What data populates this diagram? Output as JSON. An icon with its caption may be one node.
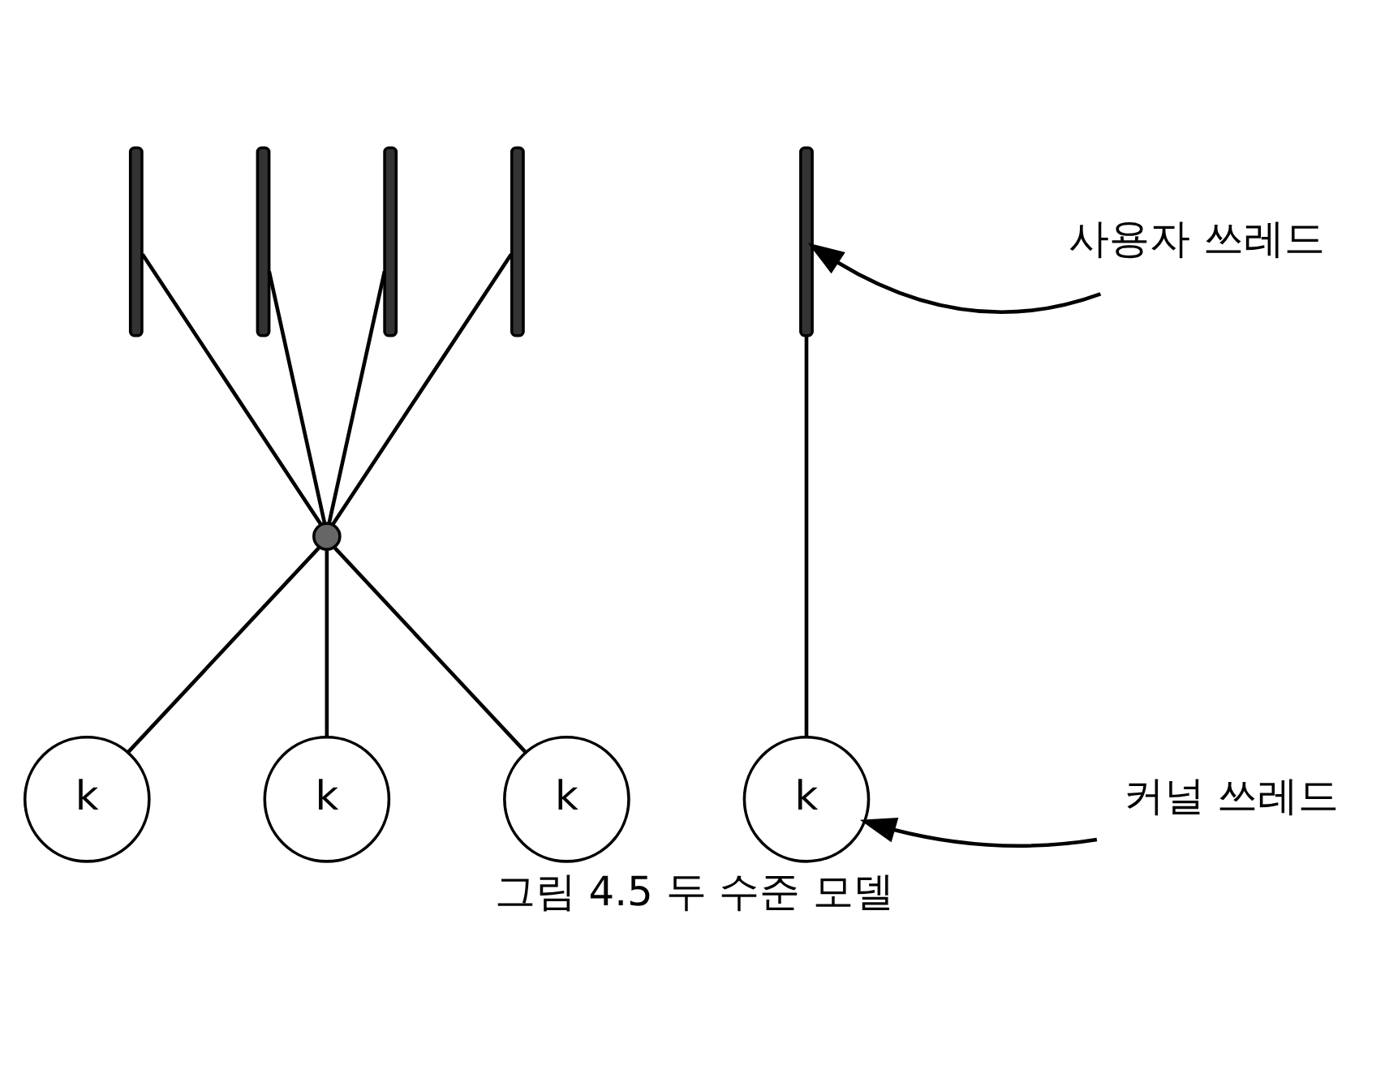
{
  "diagram": {
    "caption": "그림 4.5 두 수준 모델",
    "nodes": [
      {
        "text": [],
        "shape": "wave"
      },
      {
        "text": [],
        "shape": "wave"
      },
      {
        "text": [],
        "shape": "wave"
      },
      {
        "text": [],
        "shape": "wave"
      },
      {
        "text": [],
        "shape": "wave"
      },
      {
        "text": [
          "사용자 쓰레드"
        ]
      },
      {
        "text": [],
        "shape": "circle"
      },
      {
        "text": [
          "k"
        ]
      },
      {
        "text": [
          "k"
        ]
      },
      {
        "text": [
          "k"
        ]
      },
      {
        "text": [
          "k"
        ]
      },
      {
        "text": [
          "커널 쓰레드"
        ]
      }
    ],
    "edges": [
      {
        "from": 0,
        "to": 6,
        "arrow": "none"
      },
      {
        "from": 1,
        "to": 6,
        "arrow": "none"
      },
      {
        "from": 2,
        "to": 6,
        "arrow": "none"
      },
      {
        "from": 3,
        "to": 6,
        "arrow": "none"
      },
      {
        "from": 6,
        "to": 7,
        "arrow": "none"
      },
      {
        "from": 6,
        "to": 8,
        "arrow": "none"
      },
      {
        "from": 6,
        "to": 9,
        "arrow": "none"
      },
      {
        "from": 4,
        "to": 10,
        "arrow": "none"
      },
      {
        "from": 5,
        "to": 4,
        "arrow": "to"
      },
      {
        "from": 11,
        "to": 10,
        "arrow": "to"
      }
    ]
  }
}
